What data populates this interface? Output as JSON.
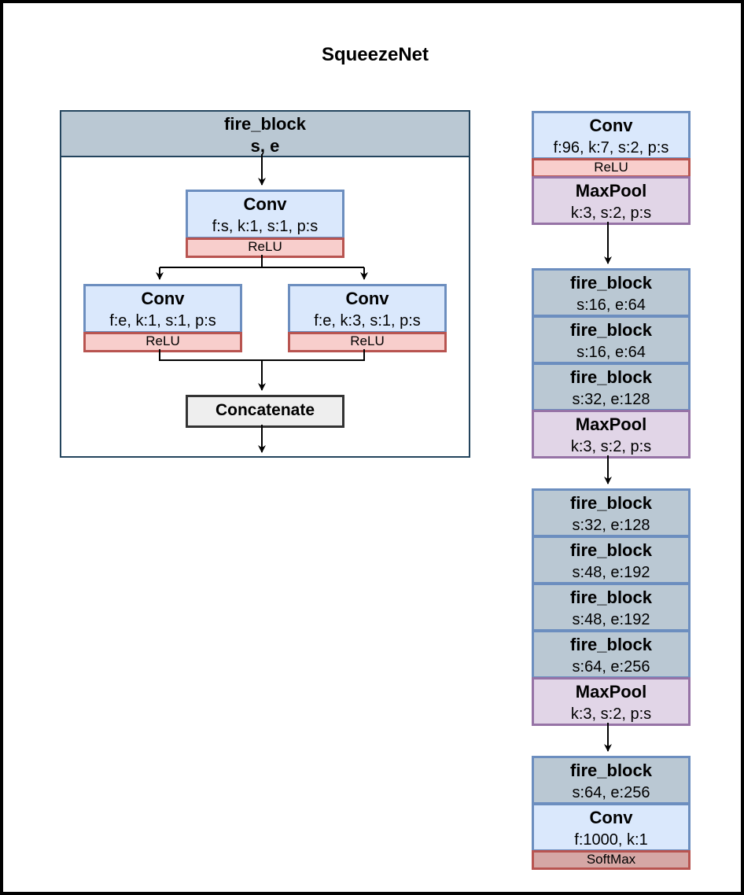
{
  "title": "SqueezeNet",
  "fire_block_detail": {
    "header": {
      "name": "fire_block",
      "params": "s, e"
    },
    "squeeze_conv": {
      "name": "Conv",
      "params": "f:s, k:1, s:1, p:s",
      "activation": "ReLU"
    },
    "expand_left": {
      "name": "Conv",
      "params": "f:e, k:1, s:1, p:s",
      "activation": "ReLU"
    },
    "expand_right": {
      "name": "Conv",
      "params": "f:e, k:3, s:1, p:s",
      "activation": "ReLU"
    },
    "concat": "Concatenate"
  },
  "network": {
    "group1": {
      "conv": {
        "name": "Conv",
        "params": "f:96, k:7, s:2, p:s",
        "activation": "ReLU"
      },
      "maxpool": {
        "name": "MaxPool",
        "params": "k:3, s:2, p:s"
      }
    },
    "group2": [
      {
        "name": "fire_block",
        "params": "s:16, e:64"
      },
      {
        "name": "fire_block",
        "params": "s:16, e:64"
      },
      {
        "name": "fire_block",
        "params": "s:32, e:128"
      },
      {
        "name": "MaxPool",
        "params": "k:3, s:2, p:s"
      }
    ],
    "group3": [
      {
        "name": "fire_block",
        "params": "s:32, e:128"
      },
      {
        "name": "fire_block",
        "params": "s:48, e:192"
      },
      {
        "name": "fire_block",
        "params": "s:48, e:192"
      },
      {
        "name": "fire_block",
        "params": "s:64, e:256"
      },
      {
        "name": "MaxPool",
        "params": "k:3, s:2, p:s"
      }
    ],
    "group4": {
      "fire": {
        "name": "fire_block",
        "params": "s:64, e:256"
      },
      "conv": {
        "name": "Conv",
        "params": "f:1000, k:1",
        "activation": "SoftMax"
      }
    }
  },
  "colors": {
    "conv_fill": "#dae8fc",
    "conv_stroke": "#6c8ebf",
    "fire_fill": "#bac8d3",
    "pool_fill": "#e1d5e7",
    "pool_stroke": "#9673a6",
    "act_fill": "#f8cecc",
    "act_stroke": "#b85450",
    "softmax_fill": "#d5a7a5"
  }
}
